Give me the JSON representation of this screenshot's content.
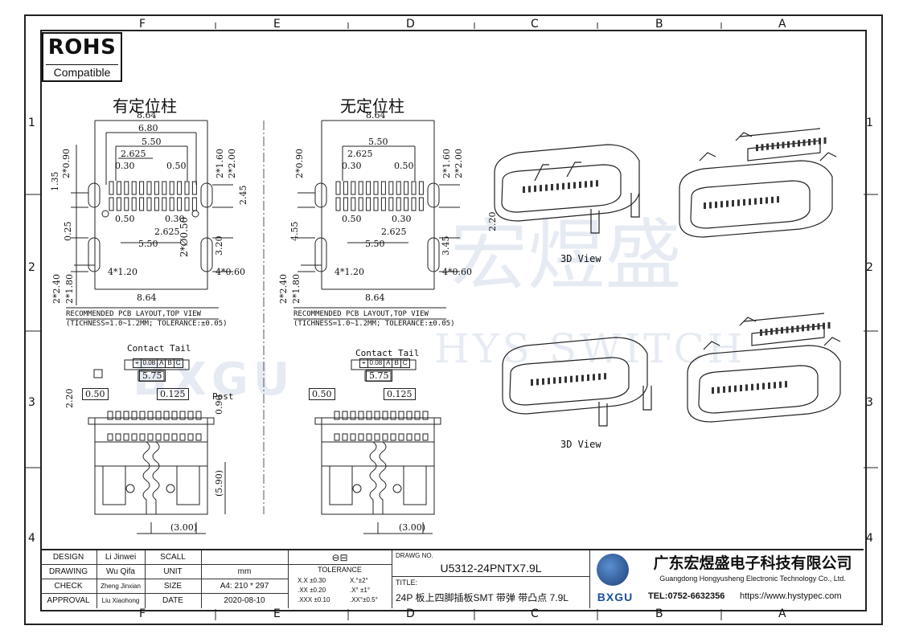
{
  "zones_top": [
    "F",
    "E",
    "D",
    "C",
    "B",
    "A"
  ],
  "zones_side": [
    "1",
    "2",
    "3",
    "4"
  ],
  "rohs": {
    "big": "ROHS",
    "small": "Compatible"
  },
  "views": {
    "left_title": "有定位柱",
    "right_title": "无定位柱",
    "view3d_1": "3D View",
    "view3d_2": "3D View",
    "pcb_note_1": "RECOMMENDED PCB LAYOUT,TOP VIEW",
    "pcb_note_2": "(TICHNESS=1.0~1.2MM; TOLERANCE:±0.05)",
    "pcb_note_3": "RECOMMENDED PCB LAYOUT,TOP VIEW",
    "pcb_note_4": "(TICHNESS=1.0~1.2MM; TOLERANCE:±0.05)",
    "contact_tail_1": "Contact Tail",
    "contact_tail_2": "Contact Tail",
    "post": "Post"
  },
  "dims_left": {
    "d864a": "8.64",
    "d680": "6.80",
    "d550a": "5.50",
    "d2625a": "2.625",
    "d030a": "0.30",
    "d050a": "0.50",
    "d050b": "0.50",
    "d030b": "0.30",
    "d2625b": "2.625",
    "d550b": "5.50",
    "d864b": "8.64",
    "d4x120": "4*1.20",
    "d4x060": "4*0.60",
    "v2490": "2*0.90",
    "v135": "1.35",
    "v025": "0.25",
    "v2x240": "2*2.40",
    "v2x180": "2*1.80",
    "v2x160": "2*1.60",
    "v2x200": "2*2.00",
    "v245": "2.45",
    "v320": "3.20",
    "v2phi050": "2*Ø0.50",
    "f575": "5.75",
    "f050": "0.50",
    "f0125": "0.125",
    "f220": "2.20",
    "f090": "0.90",
    "f590": "(5.90)",
    "f300": "(3.00)",
    "fcf": [
      "0.08",
      "A",
      "B",
      "C"
    ]
  },
  "dims_right": {
    "d864a": "8.64",
    "d550a": "5.50",
    "d2625a": "2.625",
    "d030a": "0.30",
    "d050a": "0.50",
    "d050b": "0.50",
    "d030b": "0.30",
    "d2625b": "2.625",
    "d550b": "5.50",
    "d864b": "8.64",
    "d4x120": "4*1.20",
    "d4x060": "4*0.60",
    "v2490": "2*0.90",
    "v455": "4.55",
    "v2x240": "2*2.40",
    "v2x180": "2*1.80",
    "v2x160": "2*1.60",
    "v2x200": "2*2.00",
    "v220": "2.20",
    "v345": "3.45",
    "f575": "5.75",
    "f050": "0.50",
    "f0125": "0.125",
    "f300": "(3.00)",
    "fcf": [
      "0.08",
      "A",
      "B",
      "C"
    ]
  },
  "watermark": {
    "cn": "宏煜盛",
    "en": "HYS SWITCH",
    "logo": "BXGU"
  },
  "title_block": {
    "design_label": "DESIGN",
    "design_name": "Li Jinwei",
    "scale_label": "SCALL",
    "drawing_label": "DRAWING",
    "drawing_name": "Wu Qifa",
    "unit_label": "UNIT",
    "unit_value": "mm",
    "check_label": "CHECK",
    "check_name": "Zheng Jinxian",
    "size_label": "SIZE",
    "size_value": "A4: 210 * 297",
    "approval_label": "APPROVAL",
    "approval_name": "Liu Xiaohong",
    "date_label": "DATE",
    "date_value": "2020-08-10",
    "tolerance_label": "TOLERANCE",
    "tol": [
      "X.X  ±0.30",
      "X.°±2°",
      ".XX  ±0.20",
      ".X° ±1°",
      ".XXX  ±0.10",
      ".XX°±0.5°"
    ],
    "drawing_no_label": "DRAWG NO.",
    "drawing_no": "U5312-24PNTX7.9L",
    "title_label": "TITLE:",
    "title_value": "24P 板上四脚插板SMT 带弹 带凸点 7.9L",
    "company_cn": "广东宏煜盛电子科技有限公司",
    "company_en": "Guangdong Hongyusheng Electronic Technology Co., Ltd.",
    "tel": "TEL:0752-6632356",
    "url": "https://www.hystypec.com",
    "logo_text": "BXGU"
  }
}
